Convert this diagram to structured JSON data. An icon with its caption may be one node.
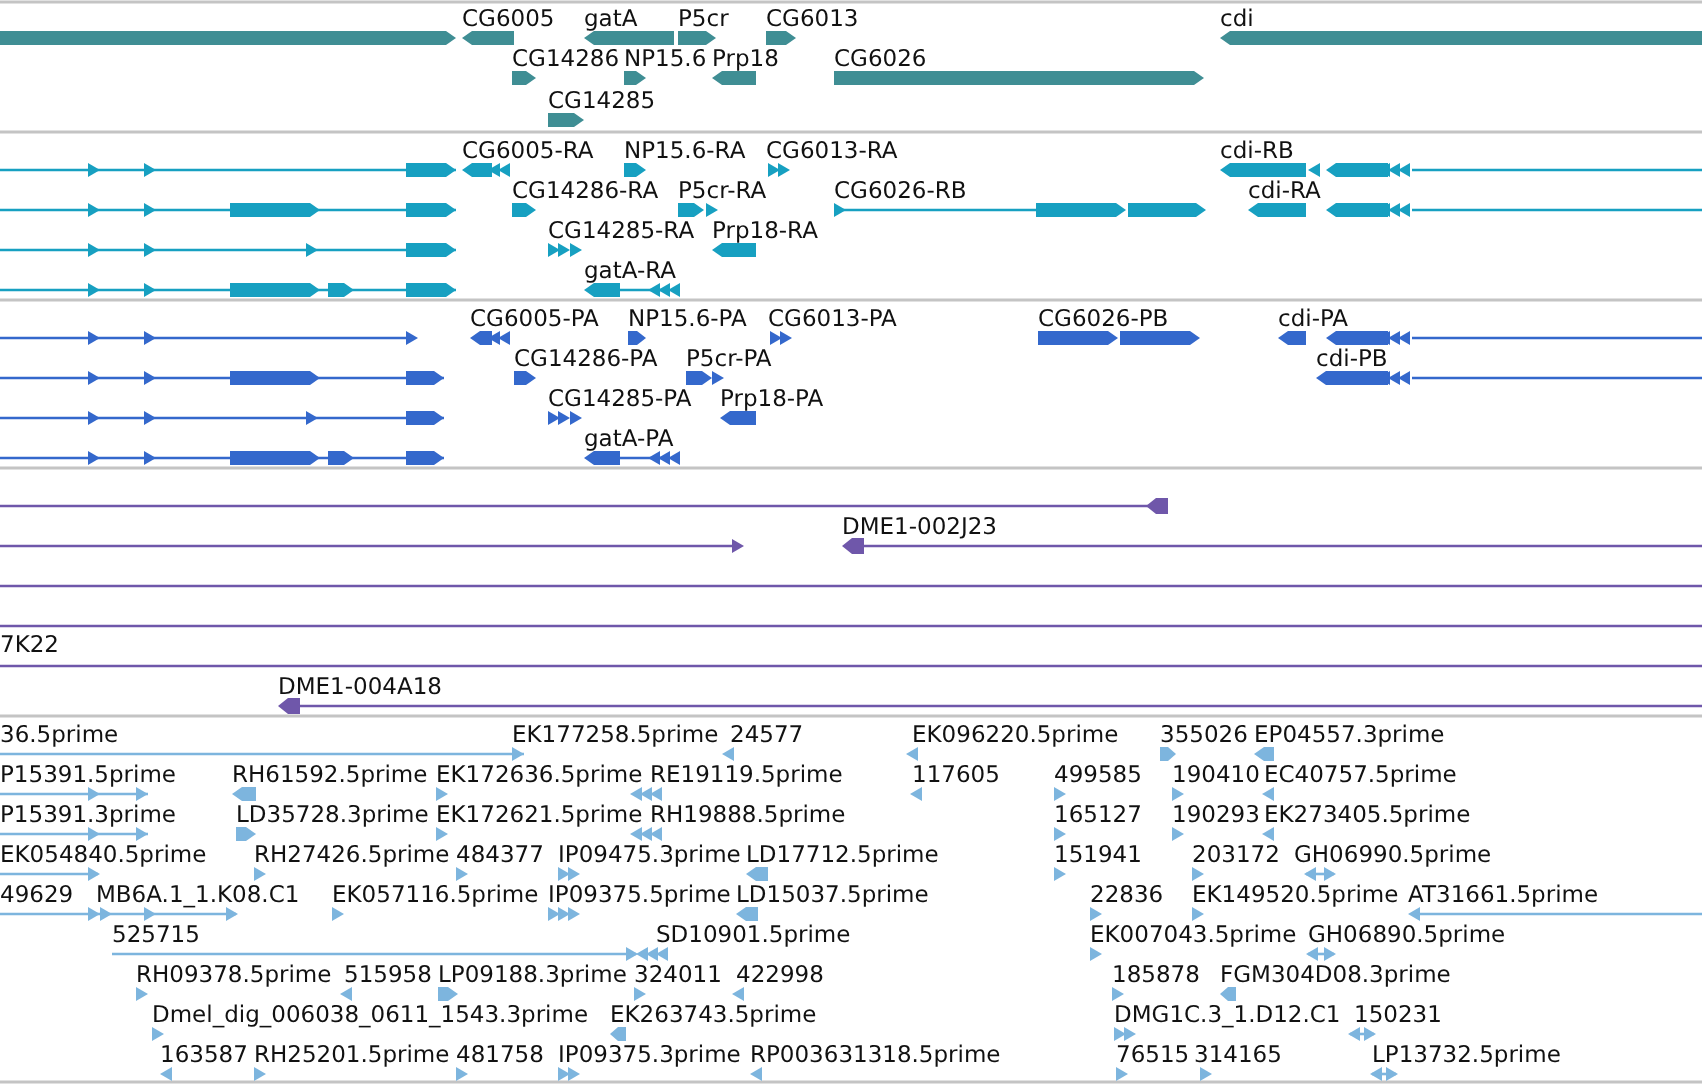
{
  "diagram": {
    "labels": [
      "CG6005",
      "gatA",
      "P5cr",
      "CG6013",
      "cdi",
      "CG14286",
      "NP15.6",
      "Prp18",
      "CG6026",
      "CG14285",
      "CG6005-RA",
      "NP15.6-RA",
      "CG6013-RA",
      "cdi-RB",
      "CG14286-RA",
      "P5cr-RA",
      "CG6026-RB",
      "cdi-RA",
      "CG14285-RA",
      "Prp18-RA",
      "gatA-RA",
      "CG6005-PA",
      "NP15.6-PA",
      "CG6013-PA",
      "CG6026-PB",
      "cdi-PA",
      "CG14286-PA",
      "P5cr-PA",
      "cdi-PB",
      "CG14285-PA",
      "Prp18-PA",
      "gatA-PA",
      "DME1-002J23",
      "7K22",
      "DME1-004A18",
      "36.5prime",
      "EK177258.5prime",
      "24577",
      "EK096220.5prime",
      "355026",
      "EP04557.3prime",
      "P15391.5prime",
      "RH61592.5prime",
      "EK172636.5prime",
      "RE19119.5prime",
      "117605",
      "499585",
      "190410",
      "EC40757.5prime",
      "P15391.3prime",
      "LD35728.3prime",
      "EK172621.5prime",
      "RH19888.5prime",
      "165127",
      "190293",
      "EK273405.5prime",
      "EK054840.5prime",
      "RH27426.5prime",
      "484377",
      "IP09475.3prime",
      "LD17712.5prime",
      "151941",
      "203172",
      "GH06990.5prime",
      "49629",
      "MB6A.1_1.K08.C1",
      "EK057116.5prime",
      "IP09375.5prime",
      "LD15037.5prime",
      "22836",
      "EK149520.5prime",
      "AT31661.5prime",
      "525715",
      "SD10901.5prime",
      "EK007043.5prime",
      "GH06890.5prime",
      "RH09378.5prime",
      "515958",
      "LP09188.3prime",
      "324011",
      "422998",
      "185878",
      "FGM304D08.3prime",
      "Dmel_dig_006038_0611_1543.3prime",
      "EK263743.5prime",
      "DMG1C.3_1.D12.C1",
      "150231",
      "163587",
      "RH25201.5prime",
      "481758",
      "IP09375.3prime",
      "RP003631318.5prime",
      "76515",
      "314165",
      "LP13732.5prime"
    ]
  }
}
